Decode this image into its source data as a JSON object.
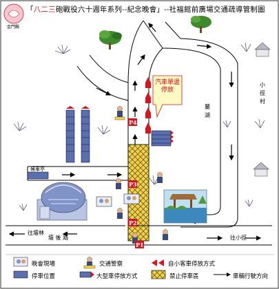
{
  "title": {
    "prefix": "「",
    "red_text": "八二三",
    "main": "砲戰役六十週年系列--紀念晚會」--社福館前廣場交通疏導管制圖"
  },
  "logo_text": "金門縣",
  "labels": {
    "road_south": "壇    後    路",
    "to_west": "往壇林",
    "to_east": "往小徑",
    "village_right": "小徑村",
    "lake": "蘭湖",
    "bus_stop": "候車亭",
    "callout": "汽車單邊停放",
    "p1": "P1",
    "p2": "P2",
    "p3": "P3",
    "p4": "P4"
  },
  "legend": {
    "venue": "晚會現場",
    "police": "交通警察",
    "car_parking": "自小客車停放方式",
    "parking_spot": "停車位置",
    "bus_parking": "大型車停放方式",
    "no_parking": "禁止停車區",
    "direction": "車輛行駛方向"
  },
  "colors": {
    "red": "#d8141c",
    "bus_blue": "#5a6fb0",
    "no_parking_yellow": "#f2d24a",
    "building_blue": "#7f93c9"
  }
}
